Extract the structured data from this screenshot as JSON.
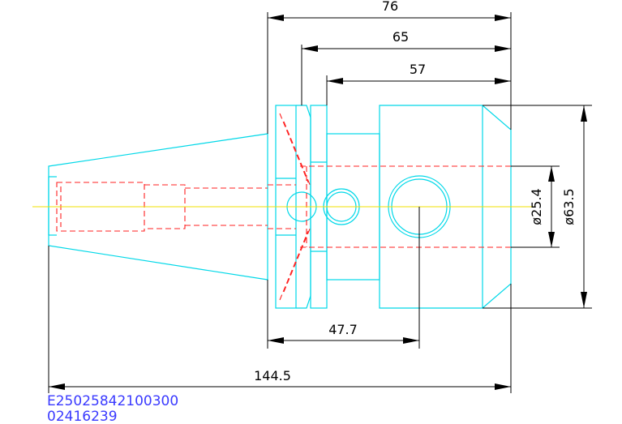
{
  "dimensions": {
    "d76": "76",
    "d65": "65",
    "d57": "57",
    "d47_7": "47.7",
    "d144_5": "144.5",
    "dia25_4": "ø25.4",
    "dia63_5": "ø63.5"
  },
  "part_code": {
    "line1": "E25025842100300",
    "line2": "02416239"
  },
  "colors": {
    "outline": "#00d8e8",
    "hidden": "#ff2020",
    "centerline": "#f0e000",
    "dimension": "#000000",
    "code_text": "#3a3aff"
  }
}
